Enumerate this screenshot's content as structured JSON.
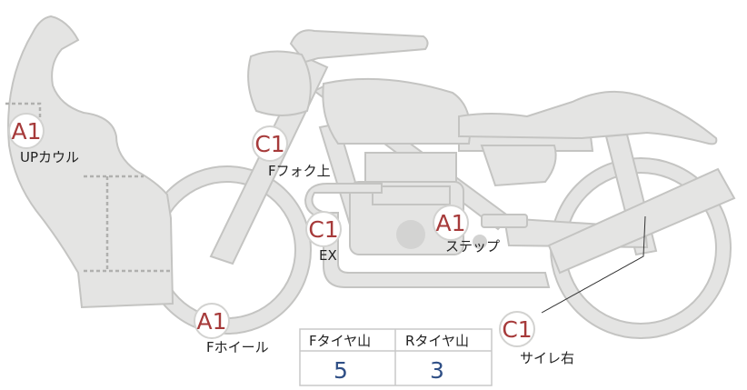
{
  "colors": {
    "body_fill": "#e4e4e3",
    "body_stroke": "#c4c4c2",
    "marker_ring": "#d2d2d0",
    "damage_code": "#a63a3a",
    "tread_value": "#2f4f86",
    "table_border": "#c8c8c8"
  },
  "damages": [
    {
      "code": "A1",
      "part": "UPカウル"
    },
    {
      "code": "C1",
      "part": "Fフォク上"
    },
    {
      "code": "C1",
      "part": "EX"
    },
    {
      "code": "A1",
      "part": "ステップ"
    },
    {
      "code": "A1",
      "part": "Fホイール"
    },
    {
      "code": "C1",
      "part": "サイレ右"
    }
  ],
  "tread": {
    "front_label": "Fタイヤ山",
    "front_value": "5",
    "rear_label": "Rタイヤ山",
    "rear_value": "3"
  }
}
